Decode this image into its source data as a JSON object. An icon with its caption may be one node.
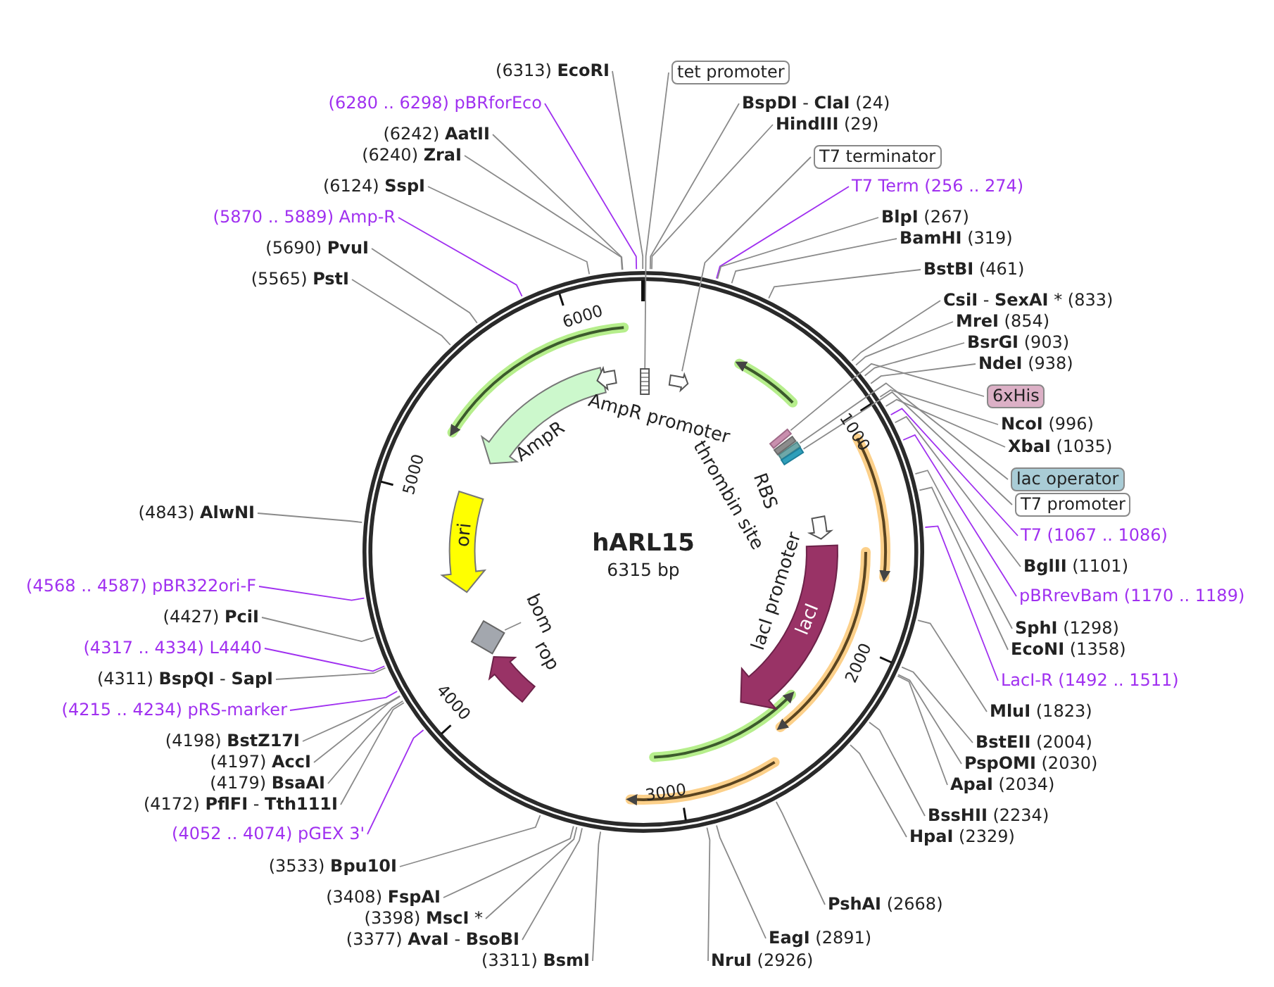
{
  "diagram": {
    "title": "hARL15",
    "nodes": [
      {
        "text": [
          "(6313) **EcoRI**"
        ]
      },
      {
        "text": [
          "tet promoter"
        ]
      },
      {
        "text": [
          "**BspDI** - **ClaI** (24)"
        ]
      },
      {
        "text": [
          "**HindIII** (29)"
        ]
      },
      {
        "text": [
          "T7 terminator"
        ]
      },
      {
        "text": [
          "T7 Term (256 .. 274)"
        ]
      },
      {
        "text": [
          "**BlpI** (267)"
        ]
      },
      {
        "text": [
          "**BamHI** (319)"
        ]
      },
      {
        "text": [
          "**BstBI** (461)"
        ]
      },
      {
        "text": [
          "**CsiI** - **SexAI** * (833)"
        ]
      },
      {
        "text": [
          "**MreI** (854)"
        ]
      },
      {
        "text": [
          "**BsrGI** (903)"
        ]
      },
      {
        "text": [
          "**NdeI** (938)"
        ]
      },
      {
        "text": [
          "6xHis"
        ]
      },
      {
        "text": [
          "**NcoI** (996)"
        ]
      },
      {
        "text": [
          "**XbaI** (1035)"
        ]
      },
      {
        "text": [
          "lac operator"
        ]
      },
      {
        "text": [
          "T7 promoter"
        ]
      },
      {
        "text": [
          "T7 (1067 .. 1086)"
        ]
      },
      {
        "text": [
          "**BglII** (1101)"
        ]
      },
      {
        "text": [
          "pBRrevBam (1170 .. 1189)"
        ]
      },
      {
        "text": [
          "**SphI** (1298)"
        ]
      },
      {
        "text": [
          "**EcoNI** (1358)"
        ]
      },
      {
        "text": [
          "LacI-R (1492 .. 1511)"
        ]
      },
      {
        "text": [
          "**MluI** (1823)"
        ]
      },
      {
        "text": [
          "**BstEII** (2004)"
        ]
      },
      {
        "text": [
          "**PspOMI** (2030)"
        ]
      },
      {
        "text": [
          "**ApaI** (2034)"
        ]
      },
      {
        "text": [
          "**BssHII** (2234)"
        ]
      },
      {
        "text": [
          "**HpaI** (2329)"
        ]
      },
      {
        "text": [
          "**PshAI** (2668)"
        ]
      },
      {
        "text": [
          "**EagI** (2891)"
        ]
      },
      {
        "text": [
          "**NruI** (2926)"
        ]
      },
      {
        "text": [
          "(3311) **BsmI**"
        ]
      },
      {
        "text": [
          "(3377) **AvaI** - **BsoBI**"
        ]
      },
      {
        "text": [
          "(3398) **MscI** *"
        ]
      },
      {
        "text": [
          "(3408) **FspAI**"
        ]
      },
      {
        "text": [
          "(3533) **Bpu10I**"
        ]
      },
      {
        "text": [
          "(4052 .. 4074) pGEX 3'"
        ]
      },
      {
        "text": [
          "(4172) **PflFI** - **Tth111I**"
        ]
      },
      {
        "text": [
          "(4179) **BsaAI**"
        ]
      },
      {
        "text": [
          "(4197) **AccI**"
        ]
      },
      {
        "text": [
          "(4198) **BstZ17I**"
        ]
      },
      {
        "text": [
          "(4215 .. 4234) pRS-marker"
        ]
      },
      {
        "text": [
          "(4311) **BspQI** - **SapI**"
        ]
      },
      {
        "text": [
          "(4317 .. 4334) L4440"
        ]
      },
      {
        "text": [
          "(4427) **PciI**"
        ]
      },
      {
        "text": [
          "(4568 .. 4587) pBR322ori-F"
        ]
      },
      {
        "text": [
          "(4843) **AlwNI**"
        ]
      },
      {
        "text": [
          "(5565) **PstI**"
        ]
      },
      {
        "text": [
          "(5690) **PvuI**"
        ]
      },
      {
        "text": [
          "(5870 .. 5889) Amp-R"
        ]
      },
      {
        "text": [
          "(6124) **SspI**"
        ]
      },
      {
        "text": [
          "(6240) **ZraI**"
        ]
      },
      {
        "text": [
          "(6242) **AatII**"
        ]
      },
      {
        "text": [
          "(6280 .. 6298) pBRforEco"
        ]
      },
      {
        "text": [
          "AmpR"
        ]
      },
      {
        "text": [
          "AmpR promoter"
        ]
      },
      {
        "text": [
          "thrombin site"
        ]
      },
      {
        "text": [
          "RBS"
        ]
      },
      {
        "text": [
          "ori"
        ]
      },
      {
        "text": [
          "lacI promoter"
        ]
      },
      {
        "text": [
          "lacI"
        ]
      },
      {
        "text": [
          "bom"
        ]
      },
      {
        "text": [],
        "shape": "box"
      },
      {
        "text": [
          "rop"
        ]
      },
      {
        "text": [],
        "shape": "box"
      },
      {
        "text": [],
        "shape": "arrow"
      },
      {
        "text": [],
        "shape": "bar"
      },
      {
        "text": [],
        "shape": "bar"
      },
      {
        "text": [],
        "shape": "bar"
      },
      {
        "text": [],
        "shape": "bar"
      }
    ],
    "edges": [
      {
        "from": 0,
        "to": null,
        "arrow": "none"
      },
      {
        "from": 1,
        "to": 66,
        "arrow": "none"
      },
      {
        "from": 2,
        "to": null,
        "arrow": "none"
      },
      {
        "from": 3,
        "to": null,
        "arrow": "none"
      },
      {
        "from": 4,
        "to": 67,
        "arrow": "none"
      },
      {
        "from": 5,
        "to": null,
        "arrow": "none",
        "color": "#a030f0"
      },
      {
        "from": 6,
        "to": null,
        "arrow": "none"
      },
      {
        "from": 7,
        "to": null,
        "arrow": "none"
      },
      {
        "from": 8,
        "to": null,
        "arrow": "none"
      },
      {
        "from": 9,
        "to": null,
        "arrow": "none"
      },
      {
        "from": 10,
        "to": null,
        "arrow": "none"
      },
      {
        "from": 11,
        "to": null,
        "arrow": "none"
      },
      {
        "from": 12,
        "to": null,
        "arrow": "none"
      },
      {
        "from": 13,
        "to": 68,
        "arrow": "none"
      },
      {
        "from": 14,
        "to": null,
        "arrow": "none"
      },
      {
        "from": 15,
        "to": null,
        "arrow": "none"
      },
      {
        "from": 16,
        "to": 69,
        "arrow": "none"
      },
      {
        "from": 17,
        "to": 70,
        "arrow": "none"
      },
      {
        "from": 18,
        "to": null,
        "arrow": "none",
        "color": "#a030f0"
      },
      {
        "from": 19,
        "to": null,
        "arrow": "none"
      },
      {
        "from": 20,
        "to": null,
        "arrow": "none",
        "color": "#a030f0"
      },
      {
        "from": 21,
        "to": null,
        "arrow": "none"
      },
      {
        "from": 22,
        "to": null,
        "arrow": "none"
      },
      {
        "from": 23,
        "to": null,
        "arrow": "none",
        "color": "#a030f0"
      },
      {
        "from": 24,
        "to": null,
        "arrow": "none"
      },
      {
        "from": 25,
        "to": null,
        "arrow": "none"
      },
      {
        "from": 26,
        "to": null,
        "arrow": "none"
      },
      {
        "from": 27,
        "to": null,
        "arrow": "none"
      },
      {
        "from": 28,
        "to": null,
        "arrow": "none"
      },
      {
        "from": 29,
        "to": null,
        "arrow": "none"
      },
      {
        "from": 30,
        "to": null,
        "arrow": "none"
      },
      {
        "from": 31,
        "to": null,
        "arrow": "none"
      },
      {
        "from": 32,
        "to": null,
        "arrow": "none"
      },
      {
        "from": 33,
        "to": null,
        "arrow": "none"
      },
      {
        "from": 34,
        "to": null,
        "arrow": "none"
      },
      {
        "from": 35,
        "to": null,
        "arrow": "none"
      },
      {
        "from": 36,
        "to": null,
        "arrow": "none"
      },
      {
        "from": 37,
        "to": null,
        "arrow": "none"
      },
      {
        "from": 38,
        "to": null,
        "arrow": "none",
        "color": "#a030f0"
      },
      {
        "from": 39,
        "to": null,
        "arrow": "none"
      },
      {
        "from": 40,
        "to": null,
        "arrow": "none"
      },
      {
        "from": 41,
        "to": null,
        "arrow": "none"
      },
      {
        "from": 42,
        "to": null,
        "arrow": "none"
      },
      {
        "from": 43,
        "to": null,
        "arrow": "none",
        "color": "#a030f0"
      },
      {
        "from": 44,
        "to": null,
        "arrow": "none"
      },
      {
        "from": 45,
        "to": null,
        "arrow": "none",
        "color": "#a030f0"
      },
      {
        "from": 46,
        "to": null,
        "arrow": "none"
      },
      {
        "from": 47,
        "to": null,
        "arrow": "none",
        "color": "#a030f0"
      },
      {
        "from": 48,
        "to": null,
        "arrow": "none"
      },
      {
        "from": 49,
        "to": null,
        "arrow": "none"
      },
      {
        "from": 50,
        "to": null,
        "arrow": "none"
      },
      {
        "from": 51,
        "to": null,
        "arrow": "none",
        "color": "#a030f0"
      },
      {
        "from": 52,
        "to": null,
        "arrow": "none"
      },
      {
        "from": 53,
        "to": null,
        "arrow": "none"
      },
      {
        "from": 54,
        "to": null,
        "arrow": "none"
      },
      {
        "from": 55,
        "to": null,
        "arrow": "none",
        "color": "#a030f0"
      },
      {
        "from": 63,
        "to": 64,
        "arrow": "none"
      }
    ],
    "labels": [
      "6315 bp",
      "1000",
      "2000",
      "3000",
      "4000",
      "5000",
      "6000"
    ]
  }
}
